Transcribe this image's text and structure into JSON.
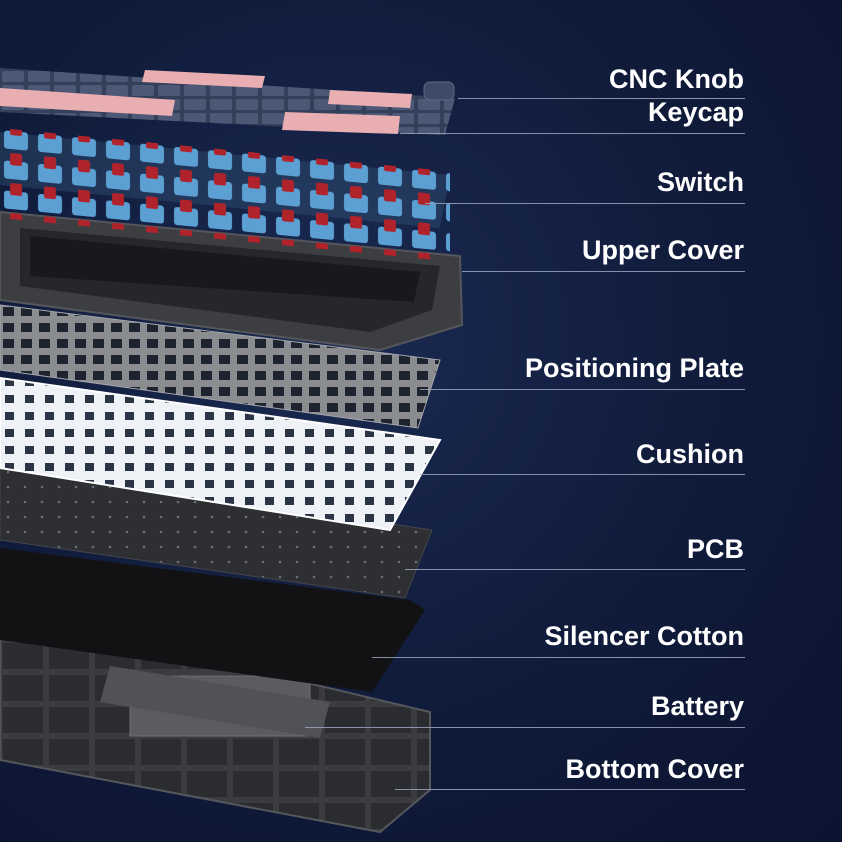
{
  "layers": [
    {
      "id": "cnc-knob",
      "label": "CNC Knob"
    },
    {
      "id": "keycap",
      "label": "Keycap"
    },
    {
      "id": "switch",
      "label": "Switch"
    },
    {
      "id": "upper-cover",
      "label": "Upper Cover"
    },
    {
      "id": "positioning-plate",
      "label": "Positioning Plate"
    },
    {
      "id": "cushion",
      "label": "Cushion"
    },
    {
      "id": "pcb",
      "label": "PCB"
    },
    {
      "id": "silencer-cotton",
      "label": "Silencer Cotton"
    },
    {
      "id": "battery",
      "label": "Battery"
    },
    {
      "id": "bottom-cover",
      "label": "Bottom Cover"
    }
  ],
  "colors": {
    "background": "#101b3a",
    "label_text": "#ffffff",
    "leader_line": "#9aa6bd",
    "keycap_gray": "#4a5670",
    "keycap_pink": "#e9aeb2",
    "switch_blue": "#5b9fd3",
    "switch_red": "#b0232b",
    "cover_gray": "#3c3d41",
    "plate_gray": "#8a8c90",
    "cushion_white": "#eef1f5",
    "pcb_black": "#2c2c2e",
    "cotton_black": "#111111",
    "bottom_gray": "#3a3b3f"
  }
}
